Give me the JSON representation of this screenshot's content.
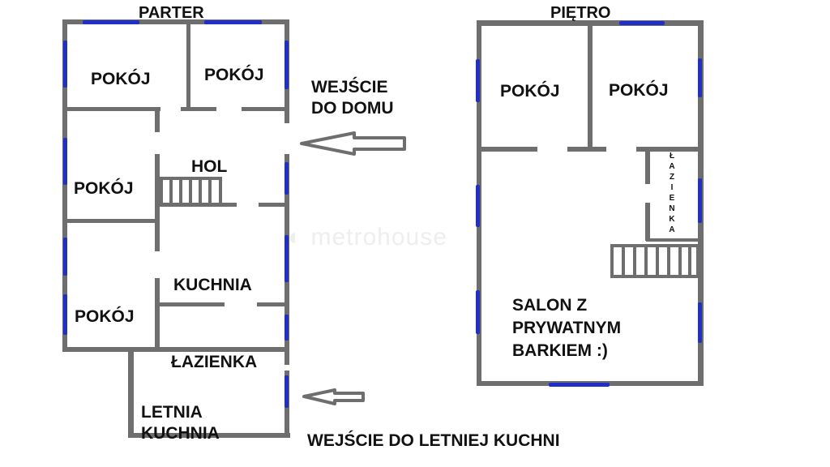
{
  "ground_floor": {
    "title": "PARTER",
    "rooms": {
      "room_top_left": "POKÓJ",
      "room_top_right": "POKÓJ",
      "hall": "HOL",
      "room_middle_left": "POKÓJ",
      "kitchen": "KUCHNIA",
      "room_bottom_left": "POKÓJ",
      "bathroom": "ŁAZIENKA",
      "summer_kitchen": [
        "LETNIA",
        "KUCHNIA"
      ]
    },
    "entrance_house": [
      "WEJŚCIE",
      "DO DOMU"
    ],
    "entrance_summer_kitchen": "WEJŚCIE DO LETNIEJ KUCHNI"
  },
  "upper_floor": {
    "title": "PIĘTRO",
    "rooms": {
      "room_left": "POKÓJ",
      "room_right": "POKÓJ",
      "bathroom_letters": [
        "Ł",
        "A",
        "Z",
        "I",
        "E",
        "N",
        "K",
        "A"
      ],
      "living_room": [
        "SALON Z",
        "PRYWATNYM",
        "BARKIEM :)"
      ]
    }
  },
  "watermark": "metrohouse",
  "colors": {
    "wall": "#6e6e6e",
    "window": "#1f2fc8",
    "text": "#111111"
  }
}
